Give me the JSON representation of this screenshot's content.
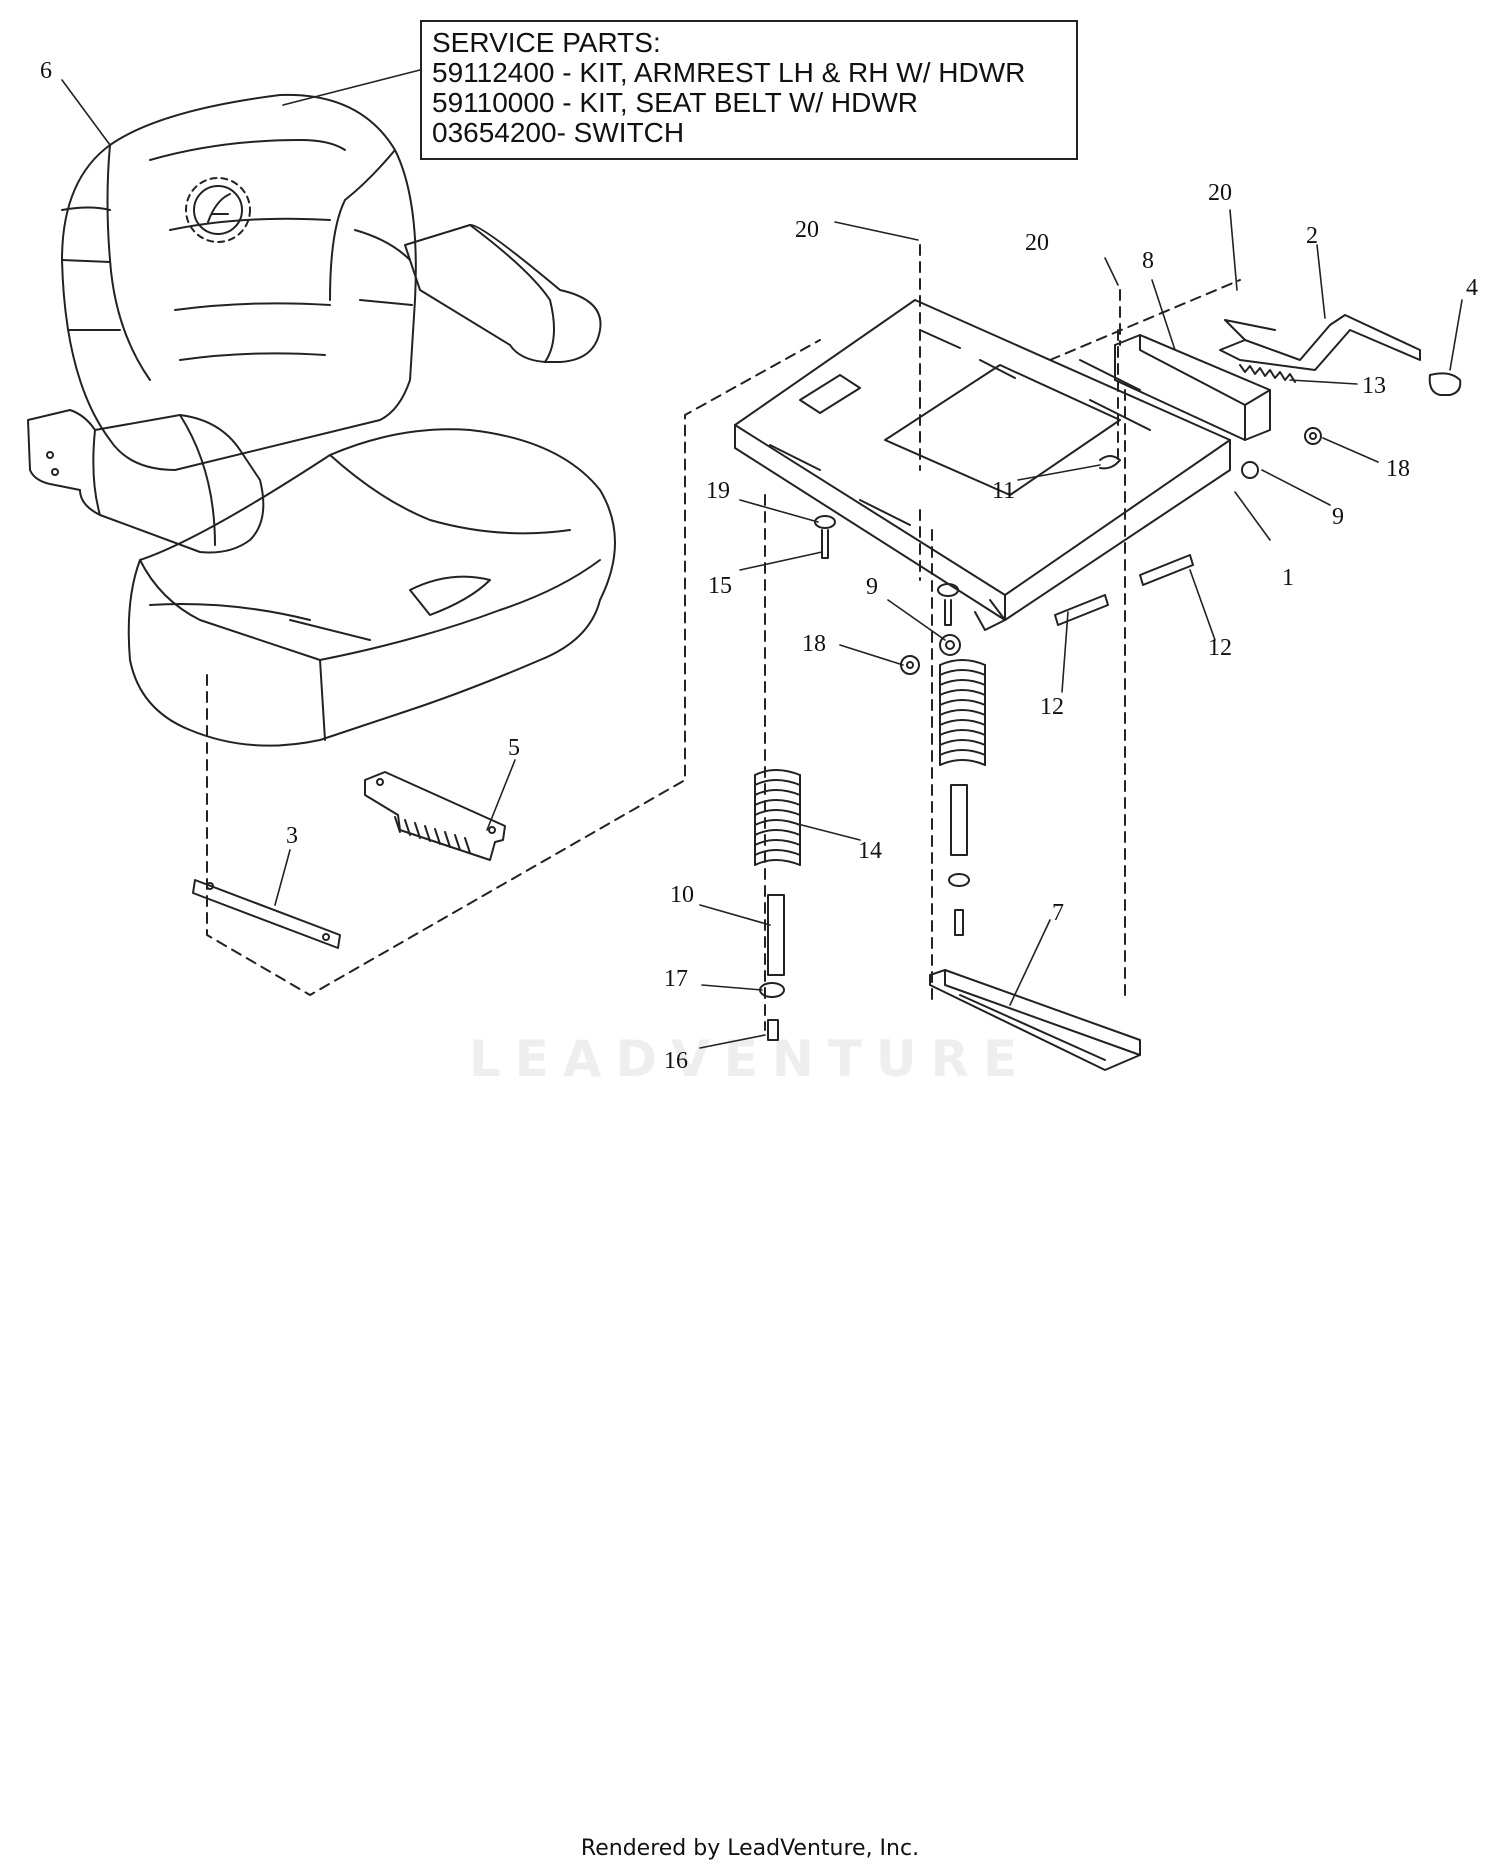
{
  "service_parts": {
    "heading": "SERVICE PARTS:",
    "lines": [
      "59112400 - KIT, ARMREST LH & RH W/ HDWR",
      "59110000 - KIT, SEAT BELT W/ HDWR",
      "03654200- SWITCH"
    ]
  },
  "callouts": [
    "6",
    "20",
    "20",
    "20",
    "8",
    "2",
    "4",
    "13",
    "18",
    "9",
    "1",
    "11",
    "19",
    "15",
    "9",
    "18",
    "12",
    "12",
    "5",
    "3",
    "14",
    "10",
    "17",
    "16",
    "7"
  ],
  "watermark": "LEADVENTURE",
  "footer": "Rendered by LeadVenture, Inc.",
  "colors": {
    "line": "#222222",
    "watermark": "#eeeeee",
    "background": "#ffffff"
  }
}
